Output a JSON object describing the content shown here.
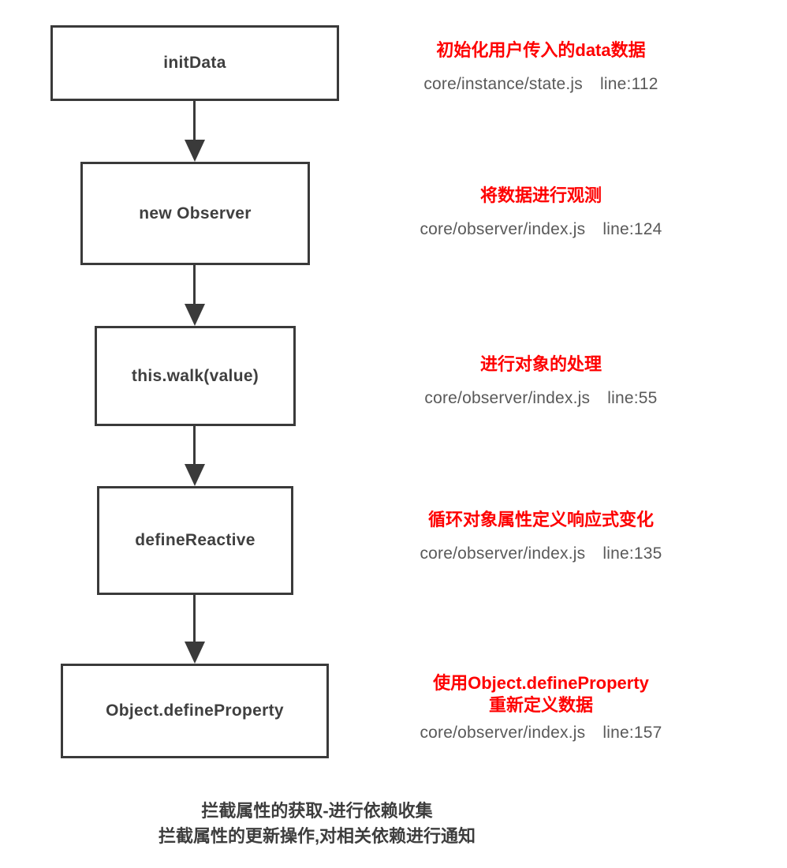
{
  "diagram": {
    "colors": {
      "node_border": "#3a3a3a",
      "node_text": "#3f3f3f",
      "note_accent": "#fe0000",
      "source_text": "#595959",
      "footer_text": "#3d3d3d"
    },
    "steps": [
      {
        "box": "initData",
        "note": "初始化用户传入的data数据",
        "file": "core/instance/state.js",
        "line": "line:112"
      },
      {
        "box": "new Observer",
        "note": "将数据进行观测",
        "file": "core/observer/index.js",
        "line": "line:124"
      },
      {
        "box": "this.walk(value)",
        "note": "进行对象的处理",
        "file": "core/observer/index.js",
        "line": "line:55"
      },
      {
        "box": "defineReactive",
        "note": "循环对象属性定义响应式变化",
        "file": "core/observer/index.js",
        "line": "line:135"
      },
      {
        "box": "Object.defineProperty",
        "note": "使用Object.defineProperty\n重新定义数据",
        "file": "core/observer/index.js",
        "line": "line:157"
      }
    ],
    "footer": {
      "line1": "拦截属性的获取-进行依赖收集",
      "line2": "拦截属性的更新操作,对相关依赖进行通知"
    }
  }
}
